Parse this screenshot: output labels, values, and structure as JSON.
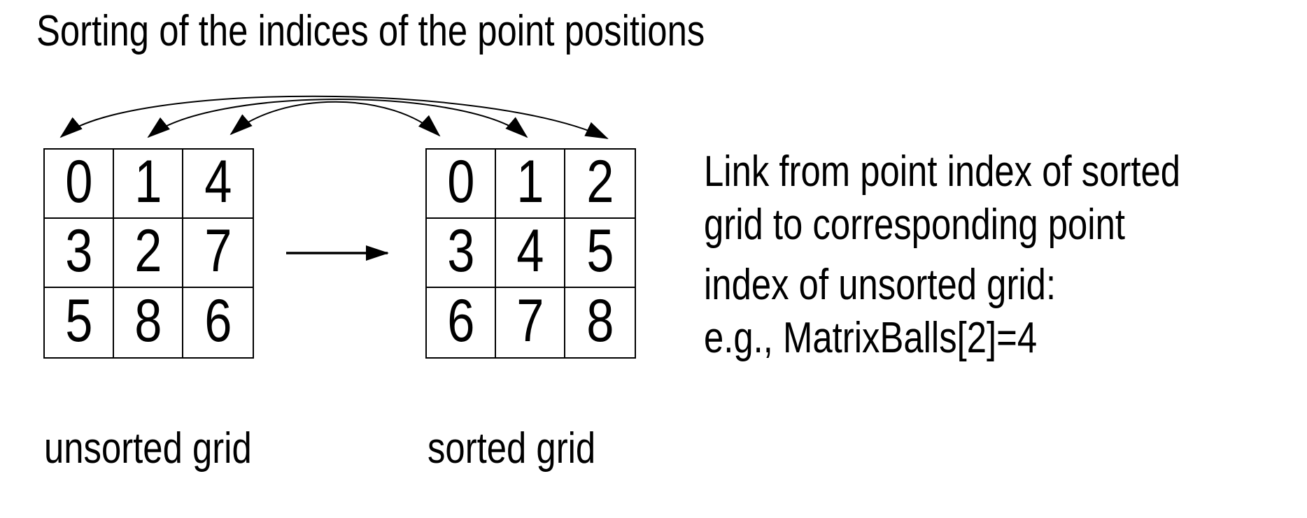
{
  "title": "Sorting of the indices of the point positions",
  "grids": {
    "unsorted": {
      "label": "unsorted grid",
      "rows": [
        [
          "0",
          "1",
          "4"
        ],
        [
          "3",
          "2",
          "7"
        ],
        [
          "5",
          "8",
          "6"
        ]
      ]
    },
    "sorted": {
      "label": "sorted grid",
      "rows": [
        [
          "0",
          "1",
          "2"
        ],
        [
          "3",
          "4",
          "5"
        ],
        [
          "6",
          "7",
          "8"
        ]
      ]
    }
  },
  "annotation": {
    "lines": [
      "Link from point index of sorted",
      "grid to corresponding point",
      "index of unsorted grid:",
      "e.g., MatrixBalls[2]=4"
    ]
  },
  "mapping_arcs": [
    {
      "from": "unsorted-grid-column-1",
      "to": "sorted-grid-column-3",
      "bidirectional": true
    },
    {
      "from": "unsorted-grid-column-2",
      "to": "sorted-grid-column-2",
      "bidirectional": true
    },
    {
      "from": "unsorted-grid-column-3",
      "to": "sorted-grid-column-1",
      "bidirectional": true
    }
  ],
  "transform_arrow": {
    "from": "unsorted grid",
    "to": "sorted grid"
  },
  "colors": {
    "foreground": "#000000",
    "background": "#ffffff"
  }
}
